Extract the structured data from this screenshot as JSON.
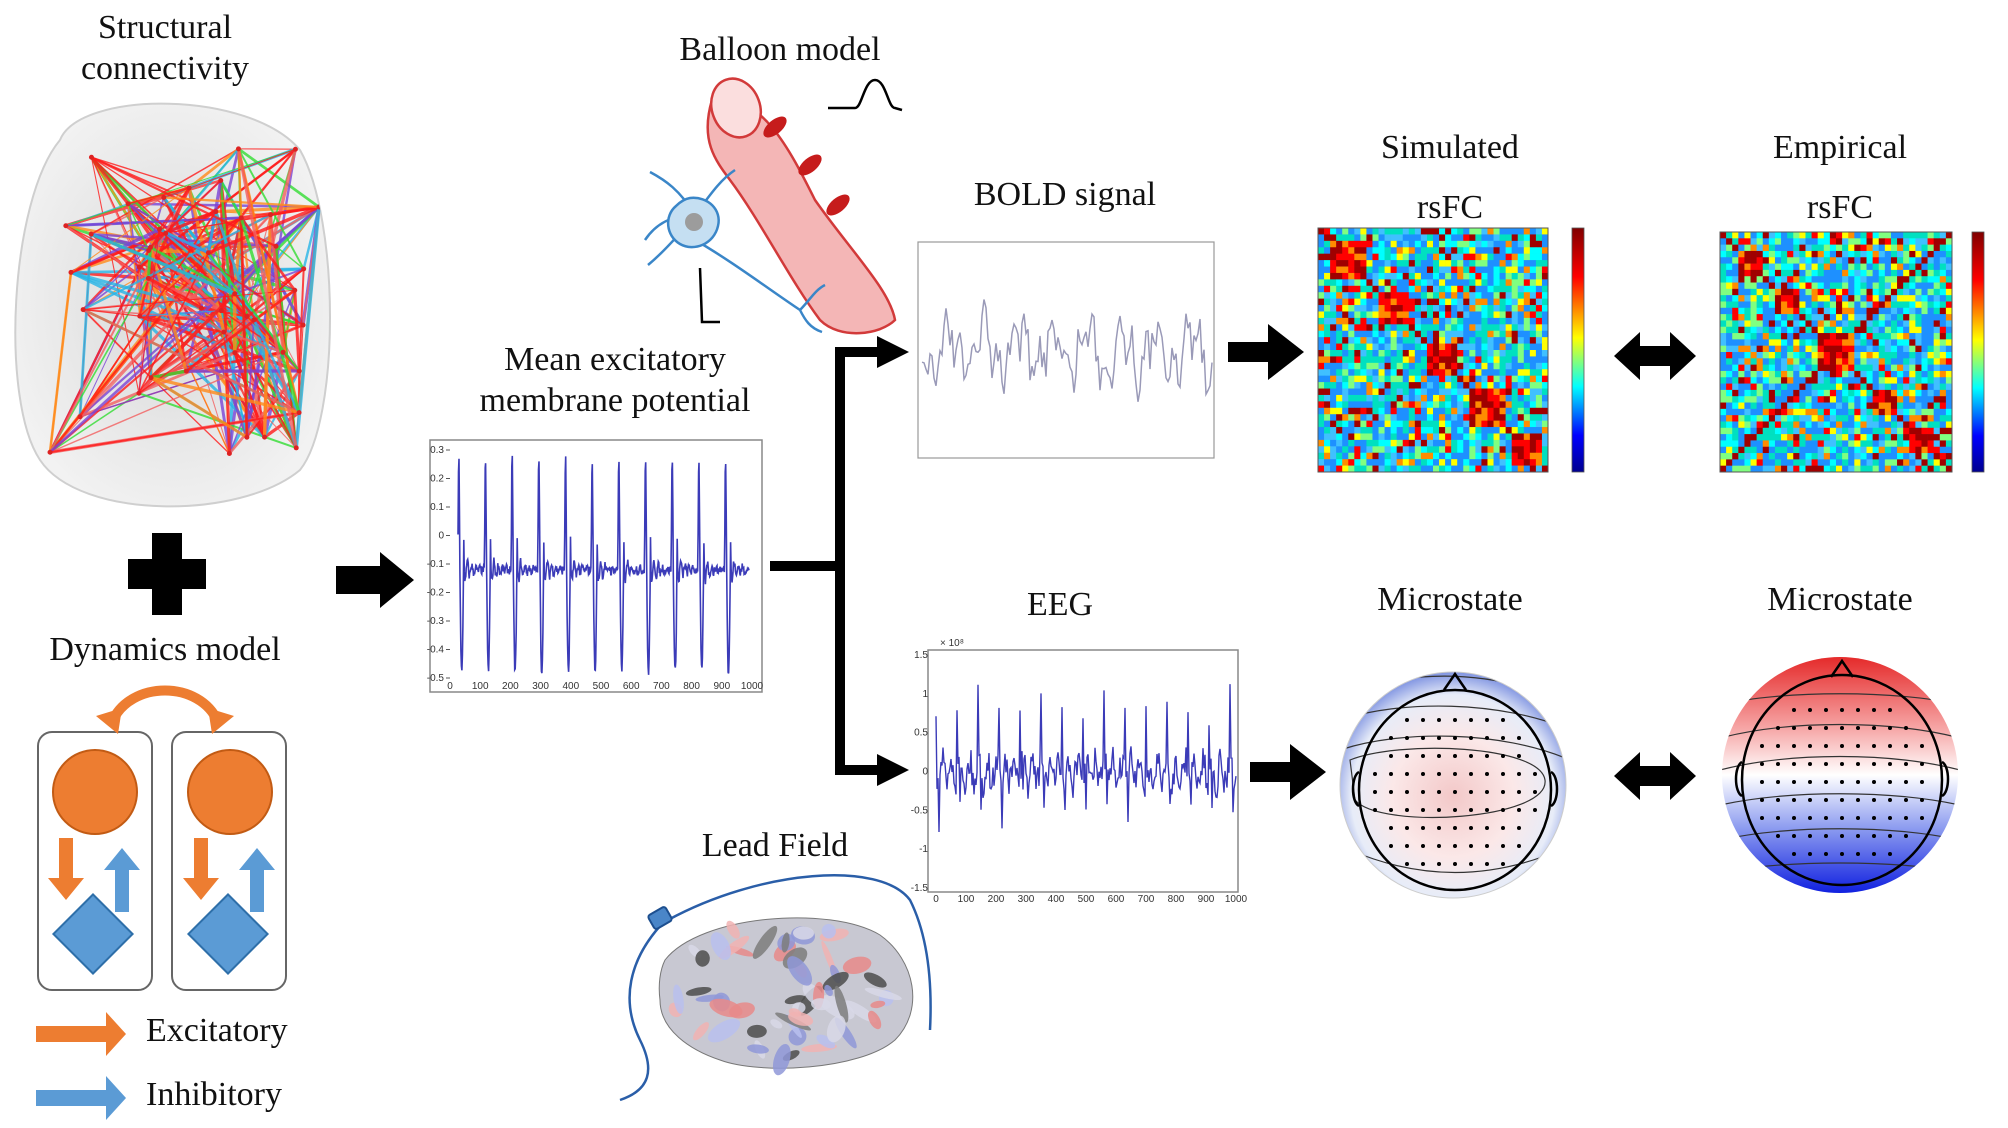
{
  "labels": {
    "structural_connectivity": [
      "Structural",
      "connectivity"
    ],
    "dynamics_model": "Dynamics model",
    "balloon_model": "Balloon model",
    "bold_signal": "BOLD signal",
    "mean_membrane": [
      "Mean excitatory",
      "membrane potential"
    ],
    "simulated_rsfc": [
      "Simulated",
      "rsFC"
    ],
    "empirical_rsfc": [
      "Empirical",
      "rsFC"
    ],
    "eeg": "EEG",
    "lead_field": "Lead Field",
    "microstate_sim": "Microstate",
    "microstate_emp": "Microstate"
  },
  "legend": {
    "excitatory": "Excitatory",
    "inhibitory": "Inhibitory"
  },
  "colors": {
    "excitatory": "#ed7d31",
    "inhibitory": "#5b9bd5",
    "signal": "#3b3bb8",
    "bold_signal": "#9a9ab8",
    "vessel": "#f4b6b6",
    "neuron": "#c5dff2"
  },
  "axes": {
    "membrane_y": [
      "0.3",
      "0.2",
      "0.1",
      "0",
      "-0.1",
      "-0.2",
      "-0.3",
      "-0.4",
      "-0.5"
    ],
    "membrane_x": [
      "0",
      "100",
      "200",
      "300",
      "400",
      "500",
      "600",
      "700",
      "800",
      "900",
      "1000"
    ],
    "eeg_y": [
      "1.5",
      "1",
      "0.5",
      "0",
      "-0.5",
      "-1",
      "-1.5"
    ],
    "eeg_x": [
      "0",
      "100",
      "200",
      "300",
      "400",
      "500",
      "600",
      "700",
      "800",
      "900",
      "1000"
    ],
    "eeg_exponent": "× 10⁸"
  }
}
